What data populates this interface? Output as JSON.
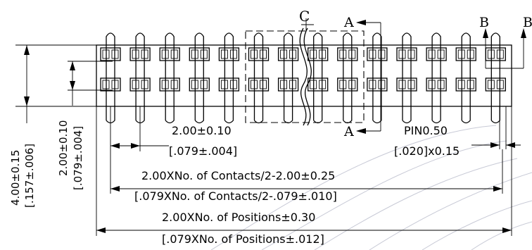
{
  "markers": {
    "centerline": "C",
    "section_a_top": "A",
    "section_a_bottom": "A",
    "section_b_left": "B",
    "section_b_right": "B"
  },
  "dimensions": {
    "pitch_mm": "2.00±0.10",
    "pitch_in": "[.079±.004]",
    "pin_mm": "PIN0.50",
    "pin_in": "[.020]x0.15",
    "contacts_mm": "2.00XNo. of Contacts/2-2.00±0.25",
    "contacts_in": "[.079XNo. of Contacts/2-.079±.010]",
    "positions_mm": "2.00XNo. of Positions±0.30",
    "positions_in": "[.079XNo. of Positions±.012]",
    "height_mm": "4.00±0.15",
    "height_in": "[.157±.006]",
    "row_mm": "2.00±0.10",
    "row_in": "[.079±.004]"
  },
  "layout_info": {
    "pin_columns": 14
  }
}
